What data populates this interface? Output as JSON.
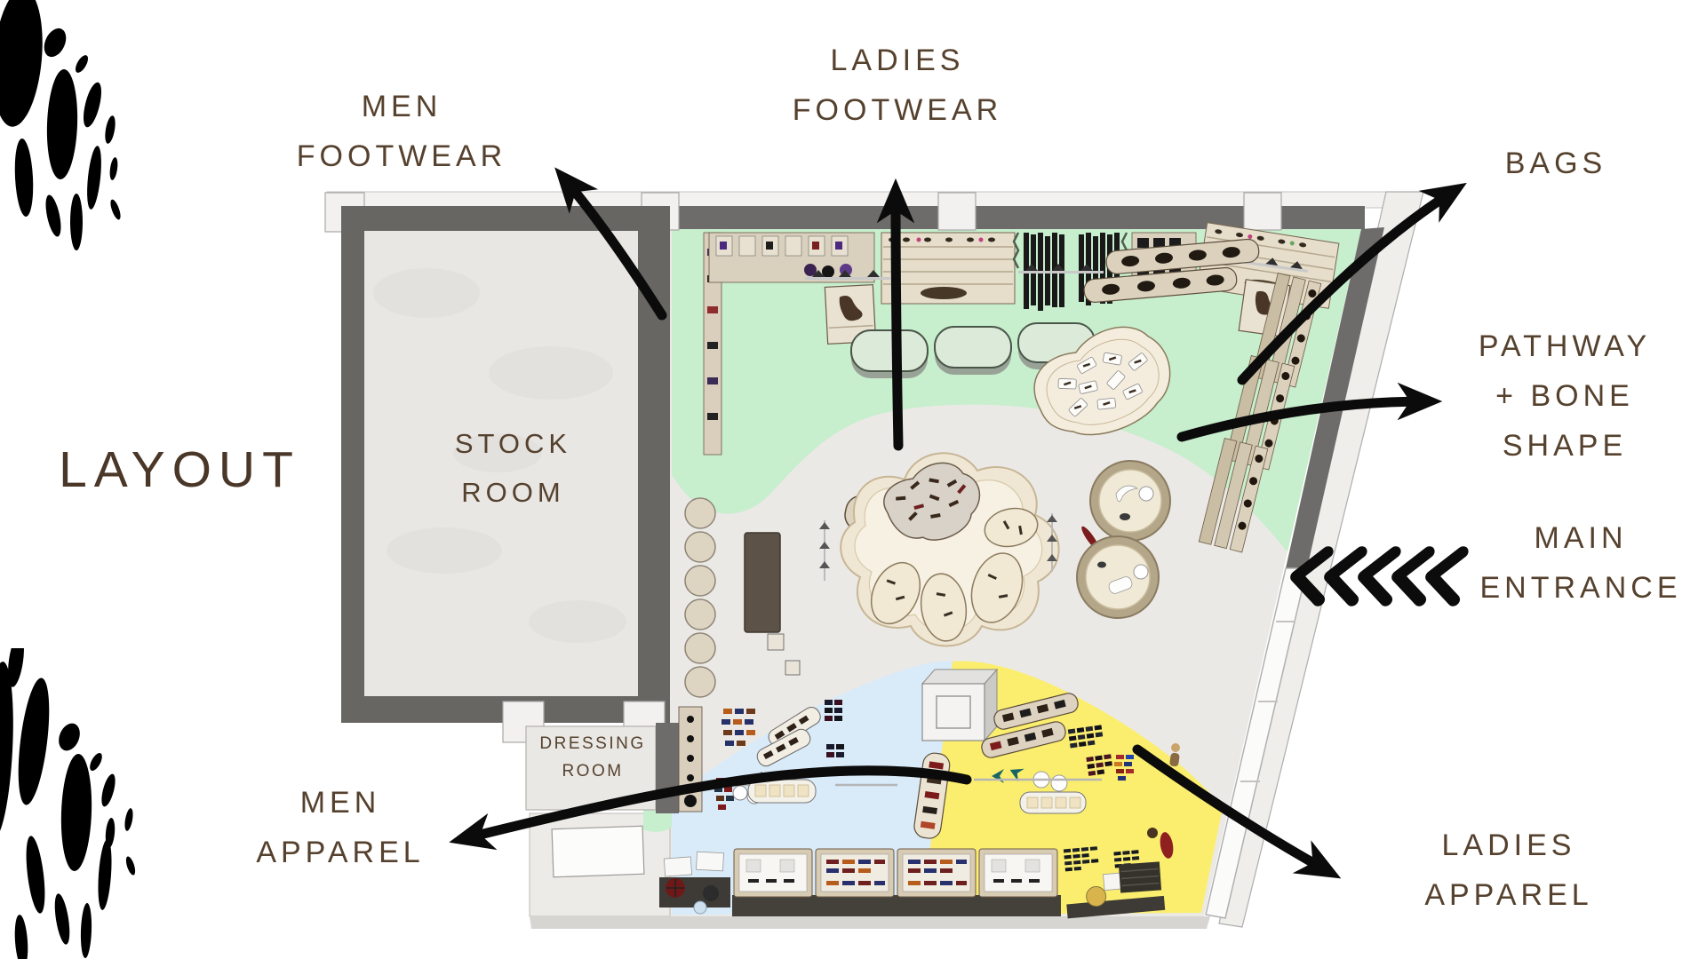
{
  "title": {
    "text": "LAYOUT"
  },
  "annotations": {
    "men_footwear": {
      "lines": [
        "MEN",
        "FOOTWEAR"
      ]
    },
    "ladies_footwear": {
      "lines": [
        "LADIES",
        "FOOTWEAR"
      ]
    },
    "bags": {
      "lines": [
        "BAGS"
      ]
    },
    "pathway_bone": {
      "lines": [
        "PATHWAY",
        "+ BONE",
        "SHAPE"
      ]
    },
    "main_entrance": {
      "lines": [
        "MAIN",
        "ENTRANCE"
      ],
      "chevrons": "<<<<<"
    },
    "men_apparel": {
      "lines": [
        "MEN",
        "APPAREL"
      ]
    },
    "ladies_apparel": {
      "lines": [
        "LADIES",
        "APPAREL"
      ]
    }
  },
  "plan_rooms": {
    "stock_room": {
      "lines": [
        "STOCK",
        "ROOM"
      ]
    },
    "dressing_room": {
      "lines": [
        "DRESSING",
        "ROOM"
      ]
    }
  },
  "zone_colors": {
    "footwear_zone": "#c7eecd",
    "men_apparel_zone": "#d9eaf8",
    "ladies_apparel_zone": "#fbee6e",
    "pathway_floor": "#ebe9e6"
  },
  "colors": {
    "label_text": "#55412d",
    "title_text": "#4a3728",
    "arrow": "#0b0b0b",
    "wall": "#6d6c6a",
    "fixture_wood": "#d9cfbc",
    "decorative_spots": "#000000"
  }
}
